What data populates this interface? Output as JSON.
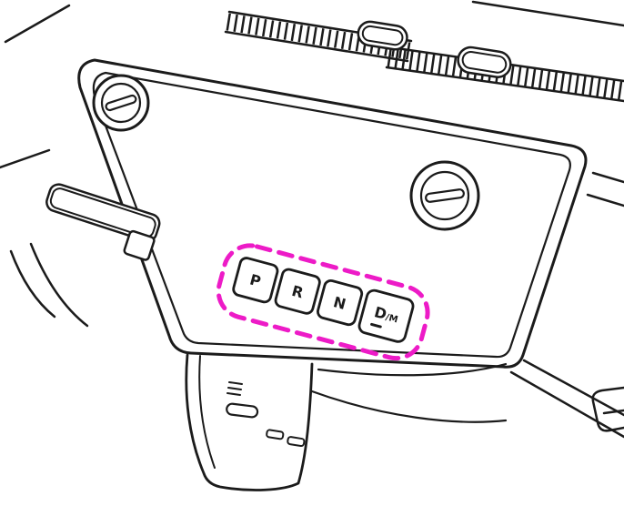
{
  "figure": {
    "kind": "vehicle-dashboard-line-illustration",
    "line_color": "#1b1b1b",
    "highlight": {
      "color": "#ED1BC7"
    },
    "shifter_buttons": [
      {
        "id": "park",
        "label": "P"
      },
      {
        "id": "reverse",
        "label": "R"
      },
      {
        "id": "neutral",
        "label": "N"
      },
      {
        "id": "drive-manual",
        "label": "D",
        "suffix": "/M"
      }
    ]
  }
}
